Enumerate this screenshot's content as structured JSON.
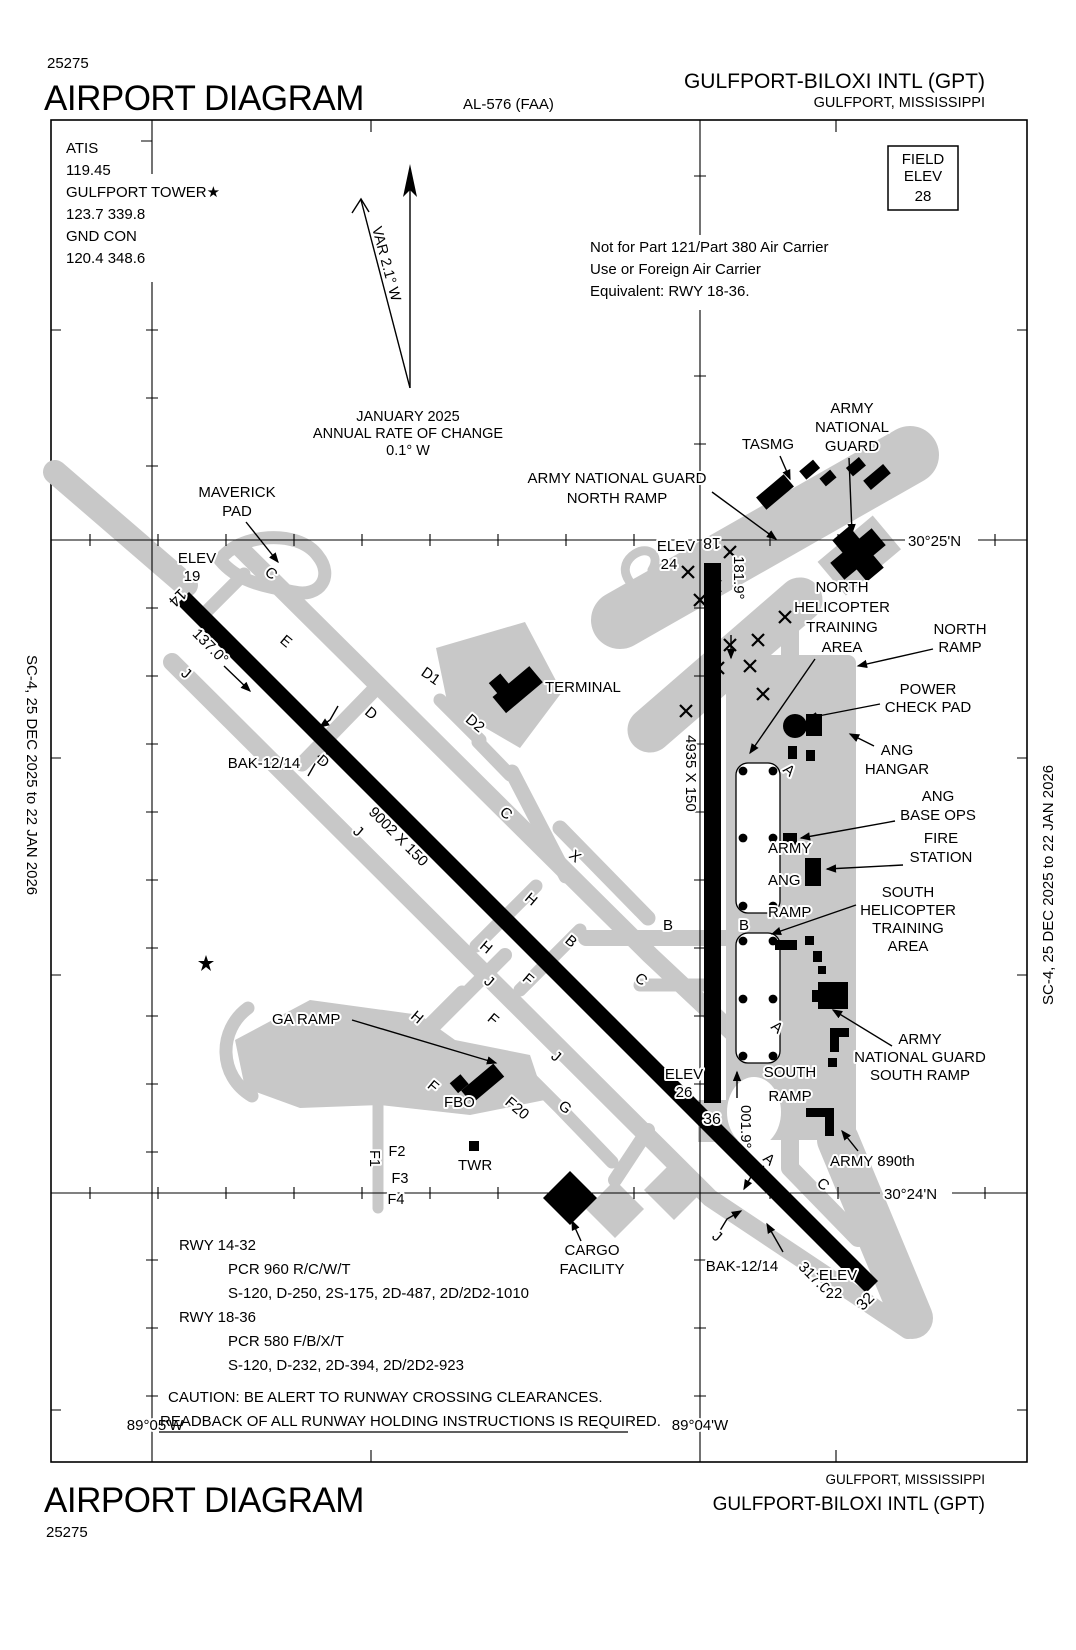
{
  "header": {
    "chart_number": "25275",
    "title": "AIRPORT DIAGRAM",
    "chart_id": "AL-576 (FAA)",
    "airport_name": "GULFPORT-BILOXI INTL (GPT)",
    "city_state": "GULFPORT, MISSISSIPPI"
  },
  "footer": {
    "title": "AIRPORT DIAGRAM",
    "chart_number": "25275",
    "city_state": "GULFPORT, MISSISSIPPI",
    "airport_name": "GULFPORT-BILOXI INTL (GPT)"
  },
  "sidebars": {
    "left": "SC-4,  25 DEC 2025  to  22 JAN 2026",
    "right": "SC-4,  25 DEC 2025  to  22 JAN 2026"
  },
  "comm": {
    "atis_label": "ATIS",
    "atis_freq": "119.45",
    "tower_label": "GULFPORT TOWER★",
    "tower_freqs": "123.7  339.8",
    "ground_label": "GND CON",
    "ground_freqs": "120.4  348.6"
  },
  "field_elev": {
    "line1": "FIELD",
    "line2": "ELEV",
    "value": "28"
  },
  "notes": {
    "carrier": [
      "Not for Part 121/Part 380 Air Carrier",
      "Use or Foreign Air Carrier",
      "Equivalent: RWY 18-36."
    ],
    "variation": {
      "var_label": "VAR 2.1° W",
      "date": "JANUARY 2025",
      "rate": "ANNUAL RATE OF CHANGE",
      "value": "0.1° W"
    },
    "caution_line1": "CAUTION:  BE ALERT TO RUNWAY CROSSING CLEARANCES.",
    "caution_line2": "READBACK OF ALL RUNWAY HOLDING INSTRUCTIONS IS REQUIRED."
  },
  "runway_data": {
    "rwy1": {
      "name": "RWY  14-32",
      "pcr": "PCR 960 R/C/W/T",
      "codes": "S-120, D-250, 2S-175, 2D-487, 2D/2D2-1010"
    },
    "rwy2": {
      "name": "RWY  18-36",
      "pcr": "PCR 580 F/B/X/T",
      "codes": "S-120, D-232, 2D-394, 2D/2D2-923"
    }
  },
  "graticule": {
    "lat_n": "30°25'N",
    "lat_s": "30°24'N",
    "lon_w": "89°05'W",
    "lon_e": "89°04'W"
  },
  "runways": {
    "r14_num": "14",
    "r32_num": "32",
    "r18_num": "18",
    "r36_num": "36",
    "r1432_dim": "9002 X 150",
    "r1836_dim": "4935 X 150",
    "hdg14": "137.0°",
    "hdg32": "317.0°",
    "hdg18": "181.9°",
    "hdg36": "001.9°"
  },
  "labels": {
    "maverick_1": "MAVERICK",
    "maverick_2": "PAD",
    "elev19_1": "ELEV",
    "elev19_2": "19",
    "elev24_1": "ELEV",
    "elev24_2": "24",
    "elev26_1": "ELEV",
    "elev26_2": "26",
    "elev22_1": "ELEV",
    "elev22_2": "22",
    "terminal": "TERMINAL",
    "angnr_1": "ARMY NATIONAL GUARD",
    "angnr_2": "NORTH RAMP",
    "tasmg": "TASMG",
    "ang_1": "ARMY",
    "ang_2": "NATIONAL",
    "ang_3": "GUARD",
    "nhta_1": "NORTH",
    "nhta_2": "HELICOPTER",
    "nhta_3": "TRAINING",
    "nhta_4": "AREA",
    "nramp_1": "NORTH",
    "nramp_2": "RAMP",
    "pcp_1": "POWER",
    "pcp_2": "CHECK PAD",
    "anghangar_1": "ANG",
    "anghangar_2": "HANGAR",
    "angbase_1": "ANG",
    "angbase_2": "BASE OPS",
    "fire_1": "FIRE",
    "fire_2": "STATION",
    "armyang_1": "ARMY",
    "armyang_2": "ANG",
    "armyang_3": "RAMP",
    "shta_1": "SOUTH",
    "shta_2": "HELICOPTER",
    "shta_3": "TRAINING",
    "shta_4": "AREA",
    "angsr_1": "ARMY",
    "angsr_2": "NATIONAL GUARD",
    "angsr_3": "SOUTH RAMP",
    "sramp_1": "SOUTH",
    "sramp_2": "RAMP",
    "army890": "ARMY 890th",
    "garamp": "GA RAMP",
    "fbo": "FBO",
    "twr": "TWR",
    "f1": "F1",
    "f2": "F2",
    "f3": "F3",
    "f4": "F4",
    "cargo_1": "CARGO",
    "cargo_2": "FACILITY",
    "bak1": "BAK-12/14",
    "bak2": "BAK-12/14"
  },
  "taxiways": [
    "C",
    "E",
    "J",
    "D1",
    "D",
    "D2",
    "D",
    "C",
    "X",
    "H",
    "B",
    "H",
    "J",
    "F",
    "B",
    "F",
    "H",
    "J",
    "F",
    "F20",
    "G",
    "J",
    "C",
    "A",
    "A",
    "A",
    "J",
    "C",
    "B"
  ],
  "colors": {
    "taxiway_gray": "#c8c8c8",
    "ink": "#000000"
  }
}
